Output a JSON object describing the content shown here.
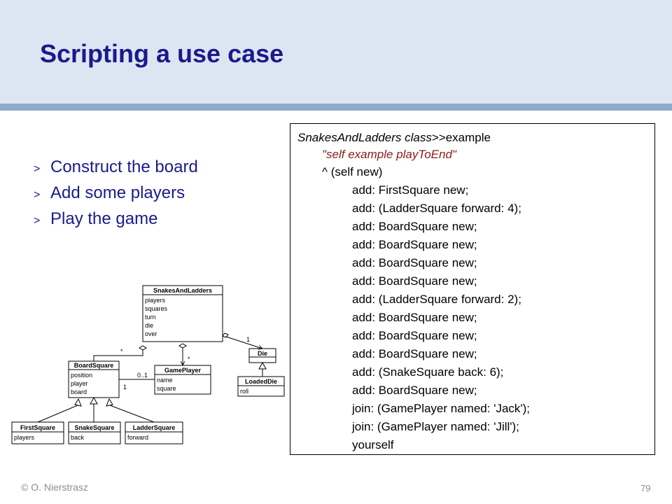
{
  "slide": {
    "title": "Scripting a use case",
    "bullets": [
      {
        "marker": ">",
        "text": "Construct the board"
      },
      {
        "marker": ">",
        "text": "Add some players"
      },
      {
        "marker": ">",
        "text": "Play the game"
      }
    ],
    "code": {
      "header_class": "SnakesAndLadders class",
      "header_sep": ">>",
      "header_method": "example",
      "comment": "\"self example playToEnd\"",
      "lines": [
        "^ (self new)",
        "add: FirstSquare new;",
        "add: (LadderSquare forward: 4);",
        "add: BoardSquare new;",
        "add: BoardSquare new;",
        "add: BoardSquare new;",
        "add: BoardSquare new;",
        "add: (LadderSquare forward: 2);",
        "add: BoardSquare new;",
        "add: BoardSquare new;",
        "add: BoardSquare new;",
        "add: (SnakeSquare back: 6);",
        "add: BoardSquare new;",
        "join: (GamePlayer named: 'Jack');",
        "join: (GamePlayer named: 'Jill');",
        "yourself"
      ]
    },
    "footer": {
      "copyright": "© O. Nierstrasz",
      "page_number": "79"
    }
  },
  "uml": {
    "snakes_and_ladders": {
      "name": "SnakesAndLadders",
      "attributes": [
        "players",
        "squares",
        "turn",
        "die",
        "over"
      ]
    },
    "board_square": {
      "name": "BoardSquare",
      "attributes": [
        "position",
        "player",
        "board"
      ]
    },
    "game_player": {
      "name": "GamePlayer",
      "attributes": [
        "name",
        "square"
      ]
    },
    "die": {
      "name": "Die",
      "attributes": []
    },
    "loaded_die": {
      "name": "LoadedDie",
      "attributes": [
        "roll"
      ]
    },
    "first_square": {
      "name": "FirstSquare",
      "attributes": [
        "players"
      ]
    },
    "snake_square": {
      "name": "SnakeSquare",
      "attributes": [
        "back"
      ]
    },
    "ladder_square": {
      "name": "LadderSquare",
      "attributes": [
        "forward"
      ]
    },
    "multiplicities": {
      "board_squares": "*",
      "game_players": "*",
      "die": "1",
      "player_square": "0..1",
      "square_player": "1"
    }
  }
}
